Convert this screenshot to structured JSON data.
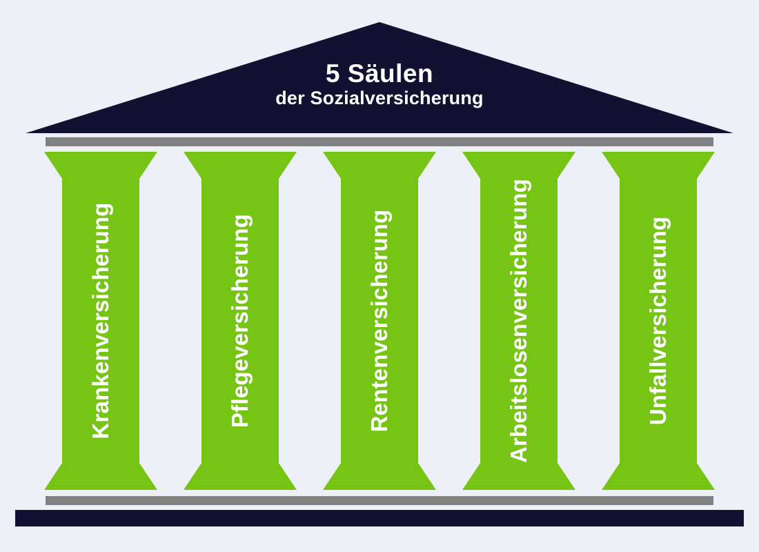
{
  "title": {
    "line1": "5 Säulen",
    "line2": "der Sozialversicherung"
  },
  "pillars": [
    "Krankenversicherung",
    "Pflegeversicherung",
    "Rentenversicherung",
    "Arbeitslosenversicherung",
    "Unfallversicherung"
  ],
  "colors": {
    "background": "#eef0f7",
    "roof_and_base_navy": "#131132",
    "pillar_green": "#76c514",
    "beam_gray": "#818181",
    "label_text": "#ffffff"
  }
}
